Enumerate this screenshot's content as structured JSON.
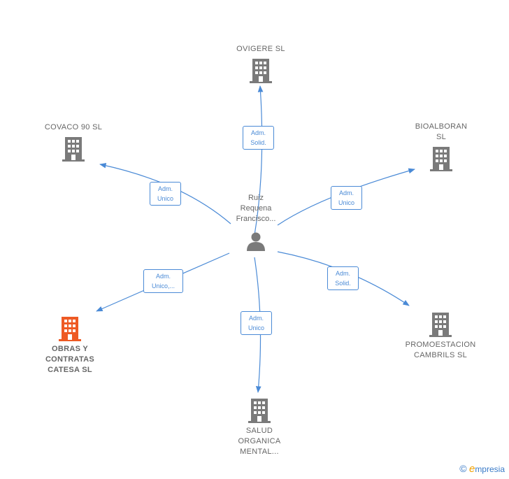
{
  "center": {
    "label": "Ruiz\nRequena\nFrancisco..."
  },
  "nodes": [
    {
      "id": "ovigere",
      "label": "OVIGERE SL",
      "color": "#7a7a7a"
    },
    {
      "id": "covaco",
      "label": "COVACO 90  SL",
      "color": "#7a7a7a"
    },
    {
      "id": "bioalboran",
      "label": "BIOALBORAN\nSL",
      "color": "#7a7a7a"
    },
    {
      "id": "obras",
      "label": "OBRAS Y\nCONTRATAS\nCATESA  SL",
      "color": "#ee5a24"
    },
    {
      "id": "promoestacion",
      "label": "PROMOESTACION\nCAMBRILS SL",
      "color": "#7a7a7a"
    },
    {
      "id": "salud",
      "label": "SALUD\nORGANICA\nMENTAL...",
      "color": "#7a7a7a"
    }
  ],
  "edges": [
    {
      "to": "ovigere",
      "label": "Adm.\nSolid."
    },
    {
      "to": "covaco",
      "label": "Adm.\nUnico"
    },
    {
      "to": "bioalboran",
      "label": "Adm.\nUnico"
    },
    {
      "to": "obras",
      "label": "Adm.\nUnico,..."
    },
    {
      "to": "promoestacion",
      "label": "Adm.\nSolid."
    },
    {
      "to": "salud",
      "label": "Adm.\nUnico"
    }
  ],
  "brand": {
    "copyright": "©",
    "initial": "e",
    "name": "mpresia"
  },
  "colors": {
    "edge": "#4a8ad6",
    "person": "#7a7a7a"
  }
}
